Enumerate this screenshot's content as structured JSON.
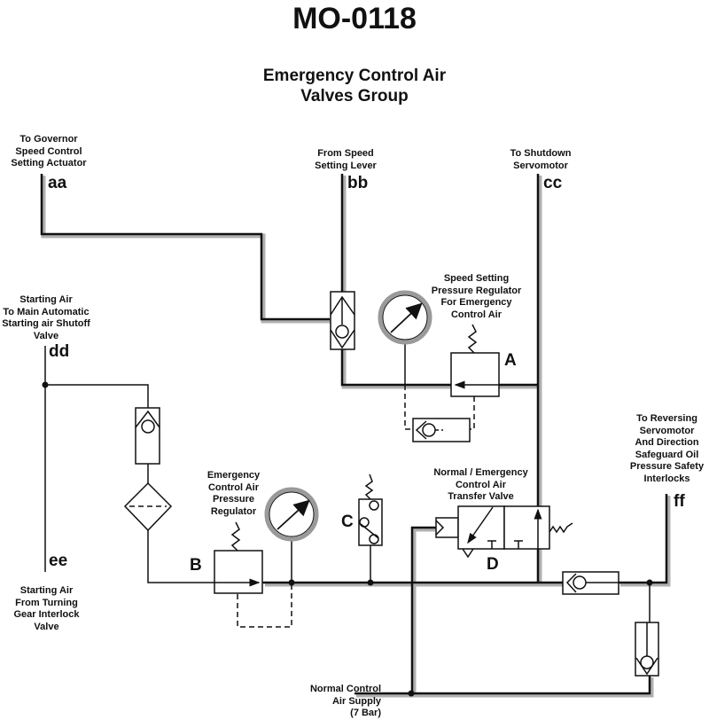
{
  "title": "MO-0118",
  "subtitle": "Emergency Control Air\nValves Group",
  "ports": {
    "aa": {
      "code": "aa",
      "label": "To Governor\nSpeed Control\nSetting Actuator"
    },
    "bb": {
      "code": "bb",
      "label": "From Speed\nSetting Lever"
    },
    "cc": {
      "code": "cc",
      "label": "To Shutdown\nServomotor"
    },
    "dd": {
      "code": "dd",
      "label": "Starting Air\nTo Main Automatic\nStarting air Shutoff\nValve"
    },
    "ee": {
      "code": "ee",
      "label": "Starting Air\nFrom Turning\nGear Interlock\nValve"
    },
    "ff": {
      "code": "ff",
      "label": "To Reversing\nServomotor\nAnd Direction\nSafeguard Oil\nPressure Safety\nInterlocks"
    },
    "supply": {
      "label": "Normal Control\nAir Supply\n(7 Bar)"
    }
  },
  "components": {
    "A": {
      "letter": "A",
      "label": "Speed Setting\nPressure Regulator\nFor Emergency\nControl Air"
    },
    "B": {
      "letter": "B",
      "label": "Emergency\nControl Air\nPressure\nRegulator"
    },
    "C": {
      "letter": "C"
    },
    "D": {
      "letter": "D",
      "label": "Normal / Emergency\nControl Air\nTransfer Valve"
    }
  },
  "colors": {
    "line": "#111111",
    "shadow": "#b0b0b0",
    "gauge_ring": "#9a9a9a"
  }
}
